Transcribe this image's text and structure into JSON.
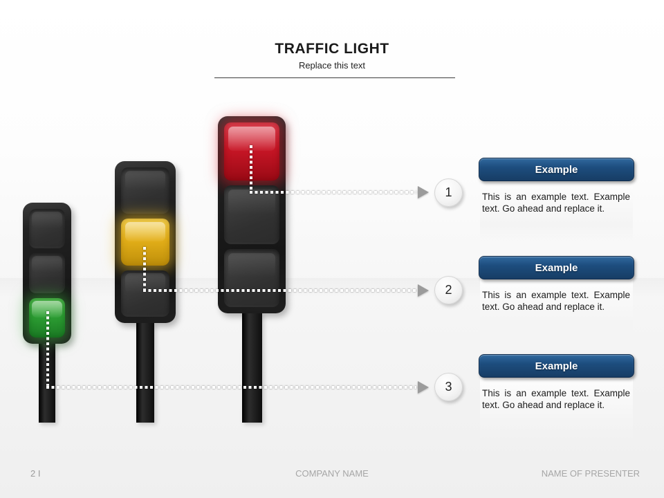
{
  "header": {
    "title": "TRAFFIC LIGHT",
    "subtitle": "Replace this text"
  },
  "cards": [
    {
      "number": "1",
      "title": "Example",
      "body": "This is an example text. Example text. Go ahead and replace it."
    },
    {
      "number": "2",
      "title": "Example",
      "body": "This is an example text. Example text. Go ahead and replace it."
    },
    {
      "number": "3",
      "title": "Example",
      "body": "This is an example text. Example text. Go ahead and replace it."
    }
  ],
  "traffic_lights": [
    {
      "size": "tall",
      "lit": "red"
    },
    {
      "size": "medium",
      "lit": "yellow"
    },
    {
      "size": "short",
      "lit": "green"
    }
  ],
  "footer": {
    "page_number": "2 I",
    "company": "COMPANY NAME",
    "presenter": "NAME OF PRESENTER"
  },
  "colors": {
    "navy-header": "#1d4d7e",
    "light-red": "#c81626",
    "light-yellow": "#e3af19",
    "light-green": "#2d9e33",
    "connector-dot": "#ffffff"
  }
}
